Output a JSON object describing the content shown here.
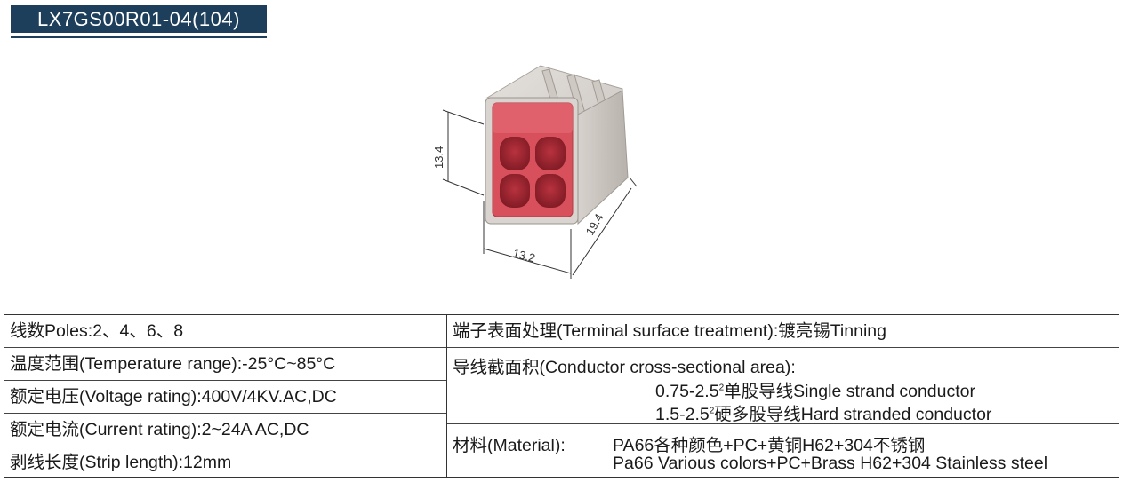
{
  "header": {
    "model": "LX7GS00R01-04(104)"
  },
  "drawing": {
    "dim_height": "13.4",
    "dim_width": "13.2",
    "dim_depth": "19.4"
  },
  "specs": {
    "left": [
      "线数Poles:2、4、6、8",
      "温度范围(Temperature range):-25°C~85°C",
      "额定电压(Voltage rating):400V/4KV.AC,DC",
      "额定电流(Current rating):2~24A AC,DC",
      "剥线长度(Strip length):12mm"
    ],
    "surface": "端子表面处理(Terminal surface treatment):镀亮锡Tinning",
    "conductor_title": "导线截面积(Conductor cross-sectional area):",
    "conductor_single_range": "0.75-2.5",
    "conductor_single_text": "单股导线Single strand conductor",
    "conductor_hard_range": "1.5-2.5",
    "conductor_hard_text": "硬多股导线Hard stranded conductor",
    "conductor_unit_sup": "2",
    "material_label": "材料(Material):",
    "material_cn": "PA66各种颜色+PC+黄铜H62+304不锈钢",
    "material_en": "Pa66 Various colors+PC+Brass H62+304 Stainless steel"
  }
}
